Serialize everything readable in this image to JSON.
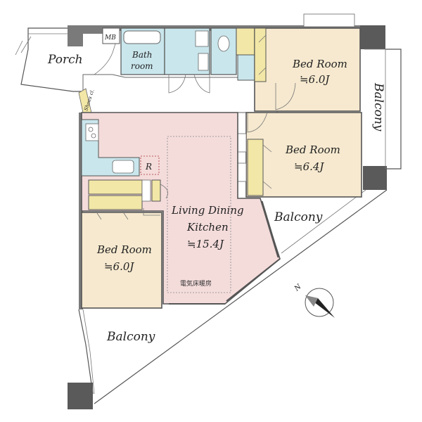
{
  "rooms": {
    "porch": {
      "name": "Porch"
    },
    "mb": {
      "name": "MB"
    },
    "bath": {
      "line1": "Bath",
      "line2": "room"
    },
    "shoes": {
      "name": "Shoes cl."
    },
    "bed_ne": {
      "name": "Bed Room",
      "size": "≒6.0J"
    },
    "bed_e": {
      "name": "Bed Room",
      "size": "≒6.4J"
    },
    "bed_w": {
      "name": "Bed Room",
      "size": "≒6.0J"
    },
    "ldk": {
      "line1": "Living Dining",
      "line2": "Kitchen",
      "size": "≒15.4J",
      "note": "電気床暖房"
    },
    "fridge": {
      "name": "R"
    }
  },
  "balconies": {
    "east": "Balcony",
    "middle": "Balcony",
    "south": "Balcony"
  },
  "compass": {
    "label": "N"
  },
  "colors": {
    "bedroom": "#f6e9cf",
    "ldk": "#f4dcdb",
    "wet": "#c9e6ec",
    "closet": "#f2e7a6",
    "wall": "#7a7a7a"
  }
}
